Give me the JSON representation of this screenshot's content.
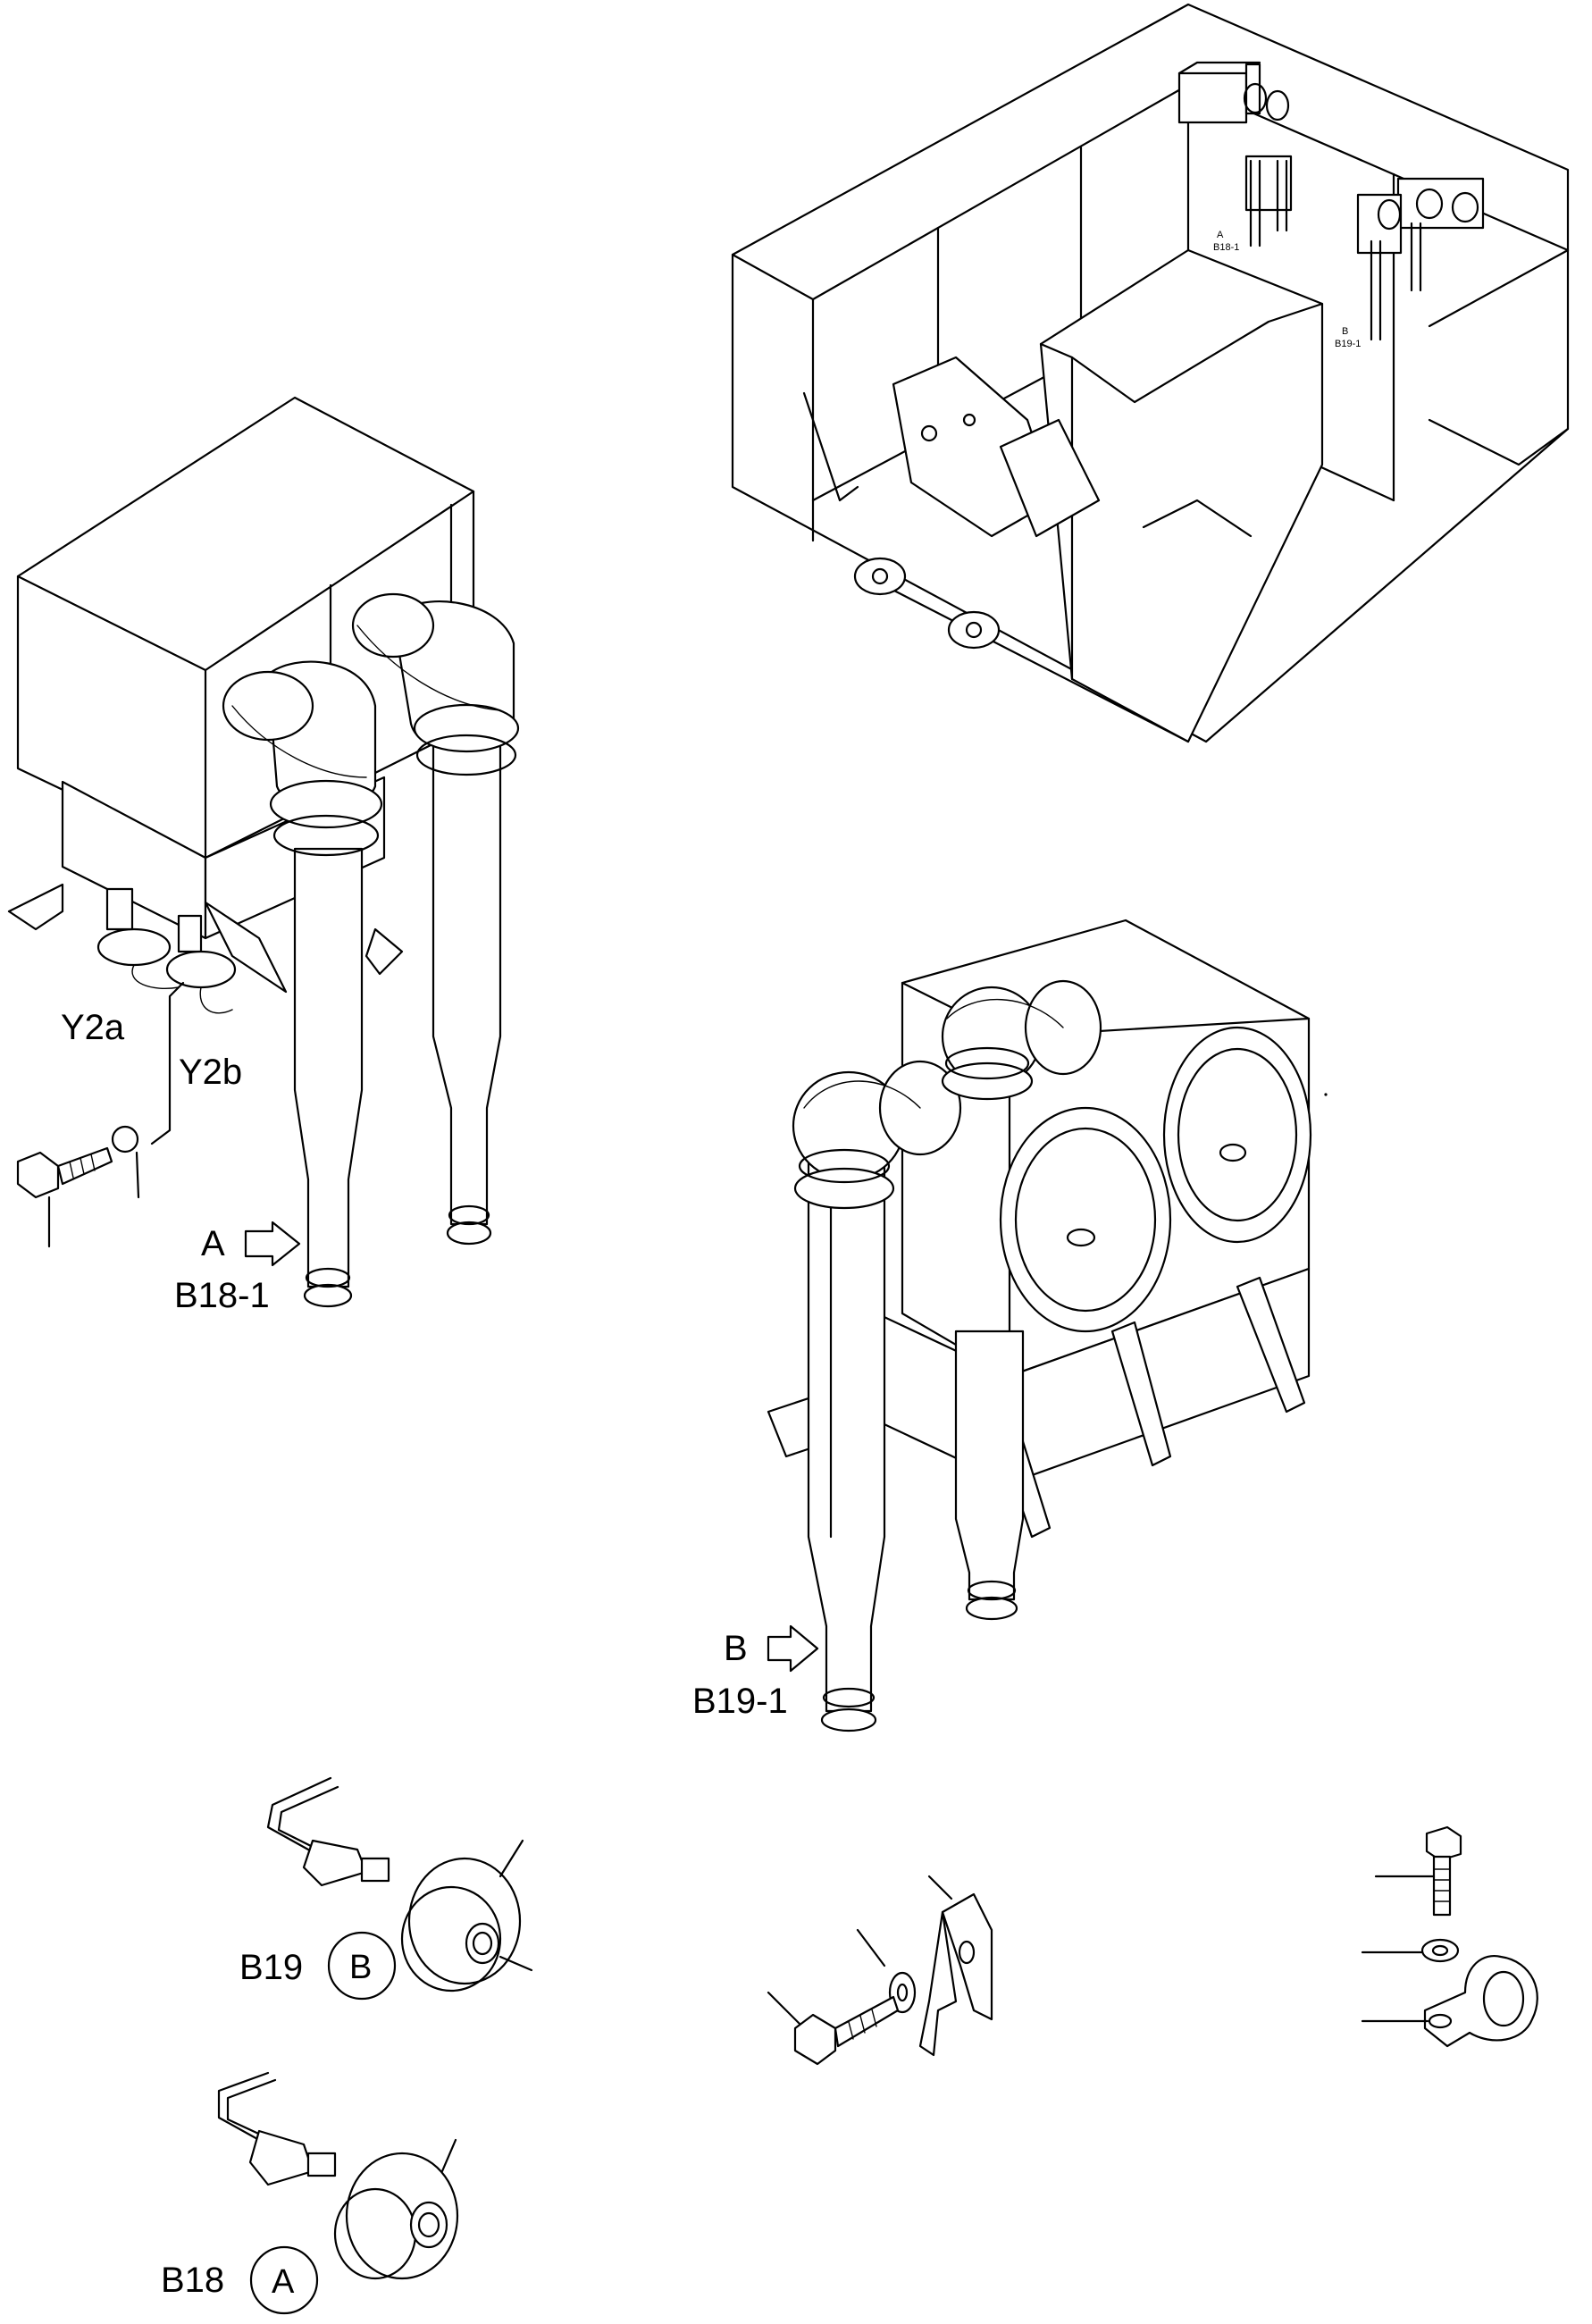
{
  "labels": {
    "y2a": "Y2a",
    "y2b": "Y2b",
    "view_a_letter": "A",
    "view_a_code": "B18-1",
    "view_b_letter": "B",
    "view_b_code": "B19-1",
    "b19": "B19",
    "b19_circle": "B",
    "b18": "B18",
    "b18_circle": "A",
    "mini_a_letter": "A",
    "mini_a_code": "B18-1",
    "mini_b_letter": "B",
    "mini_b_code": "B19-1"
  },
  "icons": {
    "view_arrow": "hollow-arrow-right-icon"
  },
  "colors": {
    "ink": "#000000",
    "paper": "#ffffff"
  }
}
